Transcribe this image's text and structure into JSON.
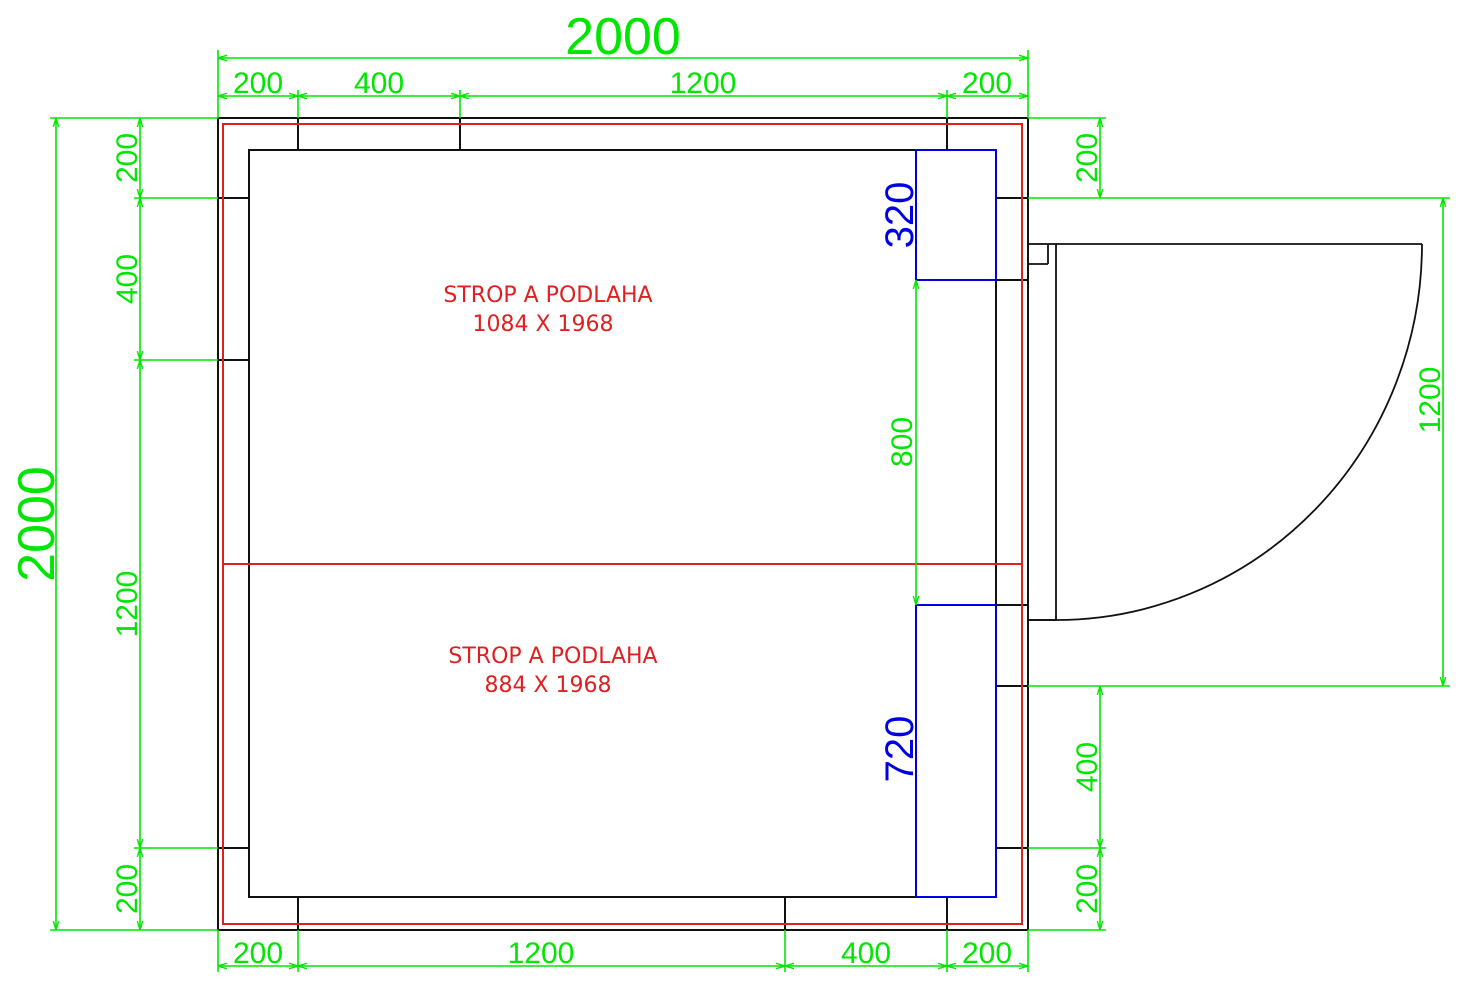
{
  "colors": {
    "dimension": "#00e600",
    "outline": "#111111",
    "panel": "#e02020",
    "accent": "#0000e0"
  },
  "dims": {
    "total_width": "2000",
    "total_height": "2000",
    "top": [
      "200",
      "400",
      "1200",
      "200"
    ],
    "bottom": [
      "200",
      "1200",
      "400",
      "200"
    ],
    "left": [
      "200",
      "400",
      "1200",
      "200"
    ],
    "right": [
      "200",
      "400",
      "200"
    ],
    "door_width": "1200",
    "inner_800": "800",
    "blue_320": "320",
    "blue_720": "720"
  },
  "panels": {
    "upper": {
      "title": "STROP A PODLAHA",
      "size": "1084 X 1968"
    },
    "lower": {
      "title": "STROP A PODLAHA",
      "size": "884 X 1968"
    }
  }
}
